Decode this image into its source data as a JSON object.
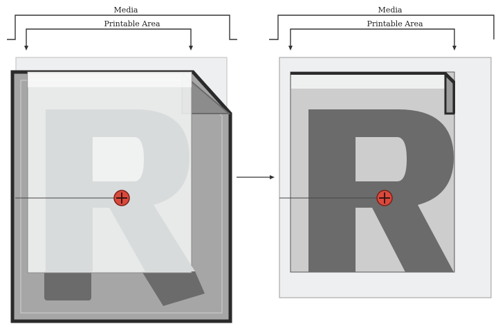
{
  "panels": [
    {
      "id": "before",
      "media_label": "Media",
      "printable_label": "Printable Area"
    },
    {
      "id": "after",
      "media_label": "Media",
      "printable_label": "Printable Area"
    }
  ],
  "glyph": "R",
  "colors": {
    "media_fill": "#eeeff0",
    "sheet_gray": "#a6a6a6",
    "printable_fill": "#f3f4f4",
    "letter_light": "#d8dbdc",
    "letter_dark": "#6b6b6b",
    "printable_gray": "#cdcdcd",
    "outline": "#2a2a2a",
    "marker": "#d94a3c"
  }
}
